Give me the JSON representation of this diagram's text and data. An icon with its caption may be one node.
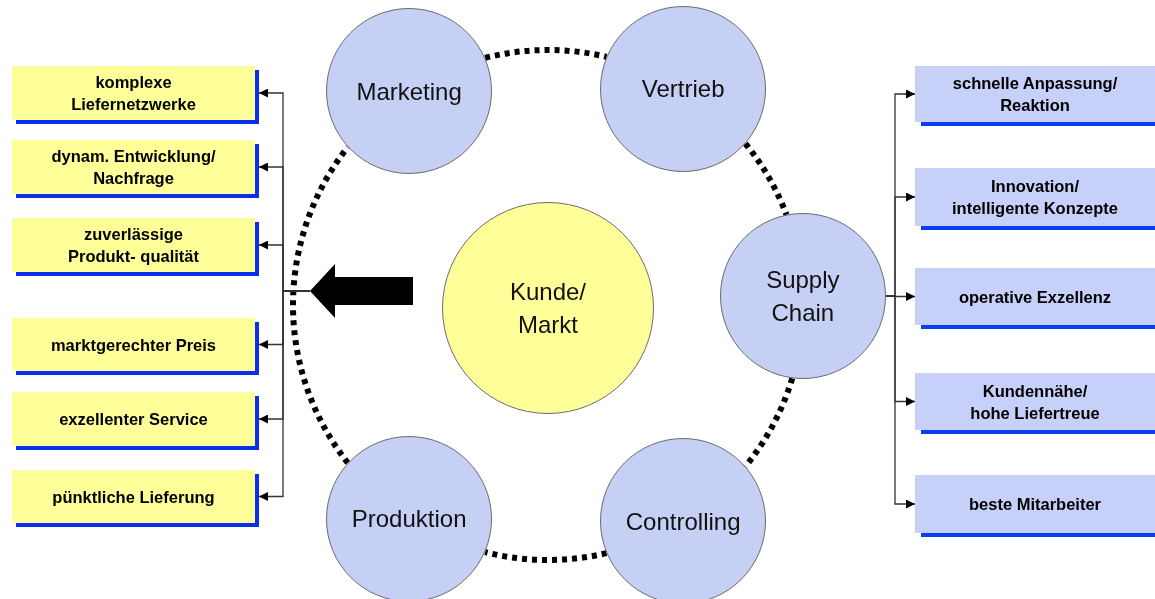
{
  "diagram": {
    "nodes": [
      {
        "text": [
          "Marketing"
        ]
      },
      {
        "text": [
          "Vertrieb"
        ]
      },
      {
        "text": [
          "Supply Chain"
        ]
      },
      {
        "text": [
          "Controlling"
        ]
      },
      {
        "text": [
          "Produktion"
        ]
      },
      {
        "text": [
          "Kunde/ Markt"
        ]
      },
      {
        "text": [
          "komplexe Liefernetzwerke"
        ]
      },
      {
        "text": [
          "dynam. Entwicklung/ Nachfrage"
        ]
      },
      {
        "text": [
          "zuverlässige Produkt- qualität"
        ]
      },
      {
        "text": [
          "marktgerechter Preis"
        ]
      },
      {
        "text": [
          "exzellenter Service"
        ]
      },
      {
        "text": [
          "pünktliche Lieferung"
        ]
      },
      {
        "text": [
          "schnelle Anpassung/ Reaktion"
        ]
      },
      {
        "text": [
          "Innovation/ intelligente Konzepte"
        ]
      },
      {
        "text": [
          "operative Exzellenz"
        ]
      },
      {
        "text": [
          "Kundennähe/ hohe Liefertreue"
        ]
      },
      {
        "text": [
          "beste Mitarbeiter"
        ]
      }
    ],
    "edges": [
      {
        "from": 0,
        "to": 1,
        "arrow": "none",
        "style": "dashed"
      },
      {
        "from": 1,
        "to": 2,
        "arrow": "none",
        "style": "dashed"
      },
      {
        "from": 2,
        "to": 3,
        "arrow": "none",
        "style": "dashed"
      },
      {
        "from": 3,
        "to": 4,
        "arrow": "none",
        "style": "dashed"
      },
      {
        "from": 4,
        "to": 0,
        "arrow": "none",
        "style": "dashed"
      },
      {
        "from": null,
        "to": 6,
        "arrow": "to"
      },
      {
        "from": null,
        "to": 7,
        "arrow": "to"
      },
      {
        "from": null,
        "to": 8,
        "arrow": "to"
      },
      {
        "from": null,
        "to": 9,
        "arrow": "to"
      },
      {
        "from": null,
        "to": 10,
        "arrow": "to"
      },
      {
        "from": null,
        "to": 11,
        "arrow": "to"
      },
      {
        "from": 2,
        "to": 12,
        "arrow": "to"
      },
      {
        "from": 2,
        "to": 13,
        "arrow": "to"
      },
      {
        "from": 2,
        "to": 14,
        "arrow": "to"
      },
      {
        "from": 2,
        "to": 15,
        "arrow": "to"
      },
      {
        "from": 2,
        "to": 16,
        "arrow": "to"
      }
    ]
  }
}
